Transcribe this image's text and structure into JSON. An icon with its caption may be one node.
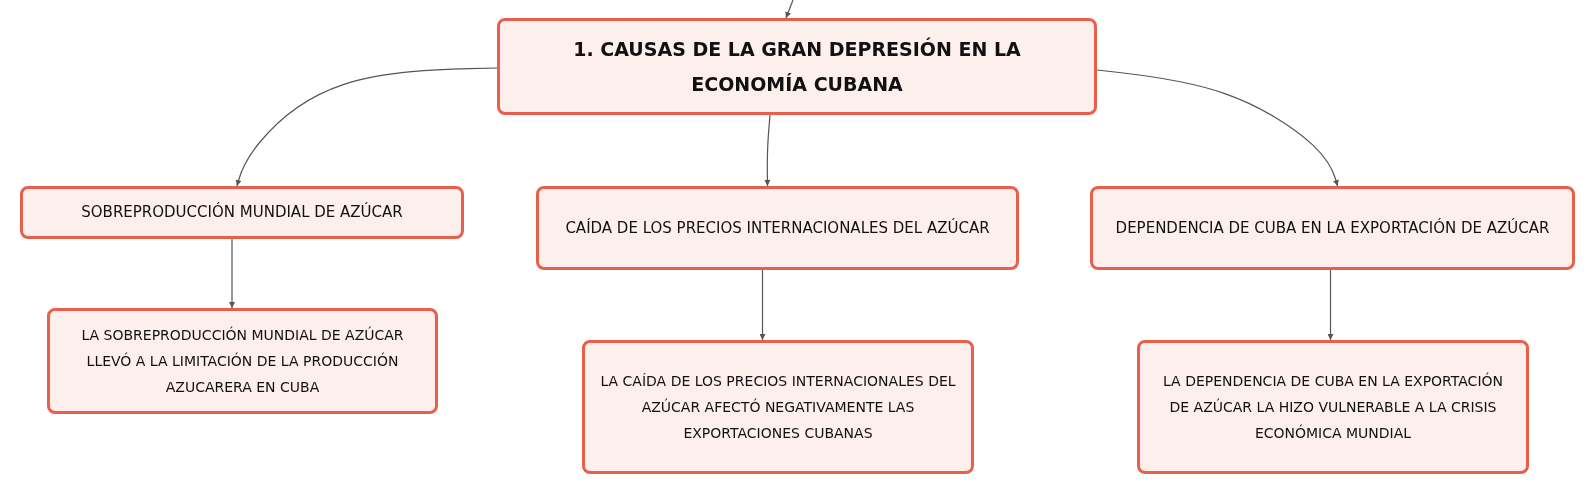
{
  "diagram": {
    "nodes": [
      {
        "text": [
          "1. CAUSAS DE LA GRAN DEPRESIÓN EN LA ECONOMÍA CUBANA"
        ]
      },
      {
        "text": [
          "SOBREPRODUCCIÓN MUNDIAL DE AZÚCAR"
        ]
      },
      {
        "text": [
          "CAÍDA DE LOS PRECIOS INTERNACIONALES DEL AZÚCAR"
        ]
      },
      {
        "text": [
          "DEPENDENCIA DE CUBA EN LA EXPORTACIÓN DE AZÚCAR"
        ]
      },
      {
        "text": [
          "LA SOBREPRODUCCIÓN MUNDIAL DE AZÚCAR LLEVÓ A LA LIMITACIÓN DE LA PRODUCCIÓN AZUCARERA EN CUBA"
        ]
      },
      {
        "text": [
          "LA CAÍDA DE LOS PRECIOS INTERNACIONALES DEL AZÚCAR AFECTÓ NEGATIVAMENTE LAS EXPORTACIONES CUBANAS"
        ]
      },
      {
        "text": [
          "LA DEPENDENCIA DE CUBA EN LA EXPORTACIÓN DE AZÚCAR LA HIZO VULNERABLE A LA CRISIS ECONÓMICA MUNDIAL"
        ]
      }
    ],
    "edges": [
      {
        "from": null,
        "to": 0,
        "arrow": "to"
      },
      {
        "from": 0,
        "to": 1,
        "arrow": "to"
      },
      {
        "from": 0,
        "to": 2,
        "arrow": "to"
      },
      {
        "from": 0,
        "to": 3,
        "arrow": "to"
      },
      {
        "from": 1,
        "to": 4,
        "arrow": "to"
      },
      {
        "from": 2,
        "to": 5,
        "arrow": "to"
      },
      {
        "from": 3,
        "to": 6,
        "arrow": "to"
      }
    ]
  }
}
